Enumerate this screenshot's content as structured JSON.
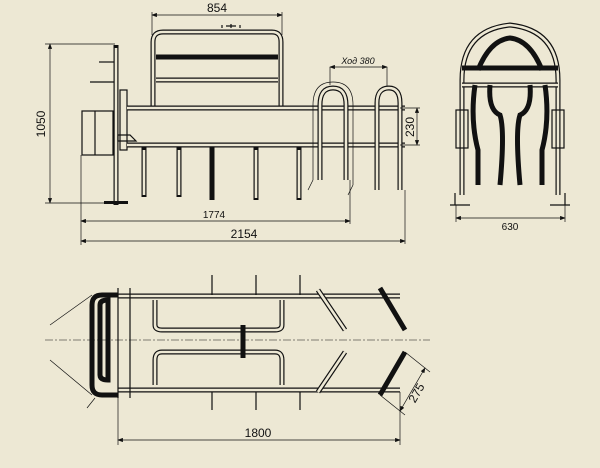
{
  "drawing": {
    "side_view": {
      "dim_gate_width": "854",
      "dim_height": "1050",
      "dim_stroke": "Ход 380",
      "dim_rail_gap": "230",
      "dim_length_inner": "1774",
      "dim_length_total": "2154"
    },
    "front_view": {
      "dim_width": "630"
    },
    "top_view": {
      "dim_length": "1800",
      "dim_offset": "275"
    }
  },
  "colors": {
    "background": "#ede8d4",
    "line": "#111111"
  }
}
